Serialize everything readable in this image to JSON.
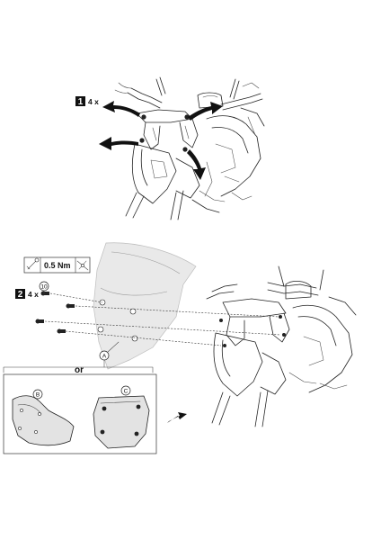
{
  "step1": {
    "number": "1",
    "quantity": "4 x"
  },
  "step2": {
    "number": "2",
    "quantity": "4 x",
    "callout": "10",
    "torque": "0.5 Nm"
  },
  "callouts": {
    "a": "A",
    "b": "B",
    "c": "C"
  },
  "or_label": "or"
}
